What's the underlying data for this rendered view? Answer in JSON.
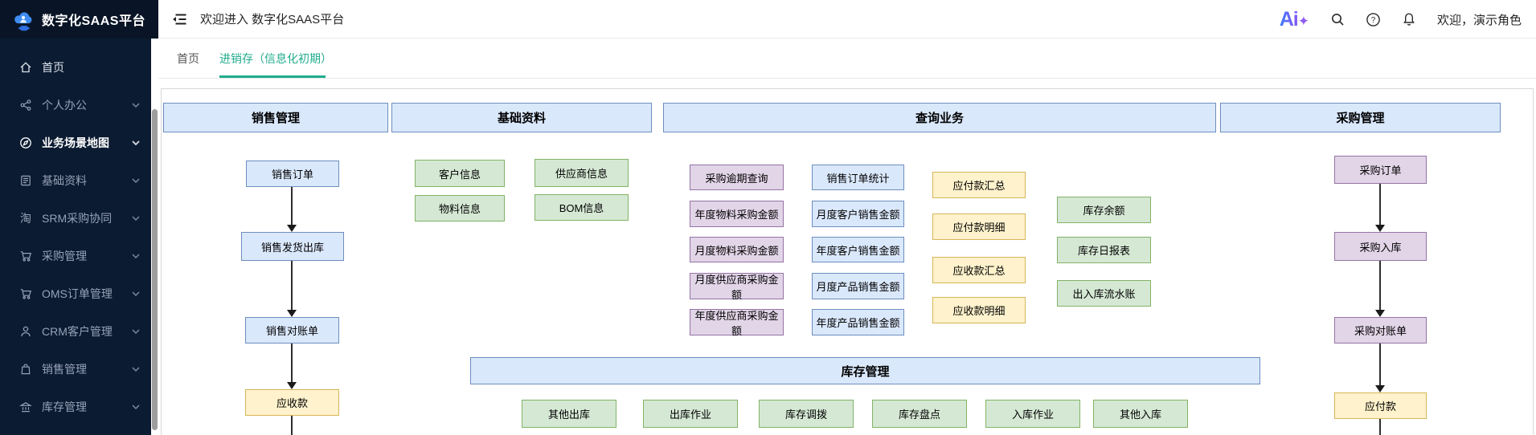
{
  "app": {
    "logo_title": "数字化SAAS平台",
    "welcome_text": "欢迎进入 数字化SAAS平台",
    "brand": "Ai",
    "brand_plus": "✦",
    "greeting": "欢迎，演示角色"
  },
  "icons": {
    "help_glyph": "?",
    "srm_glyph": "淘"
  },
  "sidebar": {
    "items": [
      {
        "label": "首页",
        "icon": "home-icon",
        "expandable": false
      },
      {
        "label": "个人办公",
        "icon": "share-icon",
        "expandable": true
      },
      {
        "label": "业务场景地图",
        "icon": "compass-icon",
        "expandable": true,
        "active": true
      },
      {
        "label": "基础资料",
        "icon": "document-icon",
        "expandable": true
      },
      {
        "label": "SRM采购协同",
        "icon": "tao-icon",
        "expandable": true
      },
      {
        "label": "采购管理",
        "icon": "cart-icon",
        "expandable": true
      },
      {
        "label": "OMS订单管理",
        "icon": "cart-icon",
        "expandable": true
      },
      {
        "label": "CRM客户管理",
        "icon": "user-icon",
        "expandable": true
      },
      {
        "label": "销售管理",
        "icon": "bag-icon",
        "expandable": true
      },
      {
        "label": "库存管理",
        "icon": "bank-icon",
        "expandable": true
      }
    ]
  },
  "tabs": [
    {
      "label": "首页",
      "active": false
    },
    {
      "label": "进销存（信息化初期）",
      "active": true
    }
  ],
  "diagram": {
    "sections": [
      "销售管理",
      "基础资料",
      "查询业务",
      "采购管理"
    ],
    "sales_flow": [
      "销售订单",
      "销售发货出库",
      "销售对账单",
      "应收款"
    ],
    "purchase_flow": [
      "采购订单",
      "采购入库",
      "采购对账单",
      "应付款"
    ],
    "basic_data": [
      "客户信息",
      "供应商信息",
      "物料信息",
      "BOM信息"
    ],
    "query_purchase": [
      "采购逾期查询",
      "年度物料采购金额",
      "月度物料采购金额",
      "月度供应商采购金额",
      "年度供应商采购金额"
    ],
    "query_sales": [
      "销售订单统计",
      "月度客户销售金额",
      "年度客户销售金额",
      "月度产品销售金额",
      "年度产品销售金额"
    ],
    "query_finance": [
      "应付款汇总",
      "应付款明细",
      "应收款汇总",
      "应收款明细"
    ],
    "query_inventory": [
      "库存余额",
      "库存日报表",
      "出入库流水账"
    ],
    "inventory_section": "库存管理",
    "inventory_ops": [
      "其他出库",
      "出库作业",
      "库存调拨",
      "库存盘点",
      "入库作业",
      "其他入库"
    ]
  },
  "colors": {
    "sidebar_bg": "#0b1b31",
    "accent_tab": "#21ac8e",
    "node_blue_fill": "#dae8fc",
    "node_blue_stroke": "#6c8ebf",
    "node_green_fill": "#d5e8d4",
    "node_green_stroke": "#82b366",
    "node_yellow_fill": "#fff2cc",
    "node_yellow_stroke": "#d6b656",
    "node_purple_fill": "#e1d5e7",
    "node_purple_stroke": "#9673a6"
  }
}
